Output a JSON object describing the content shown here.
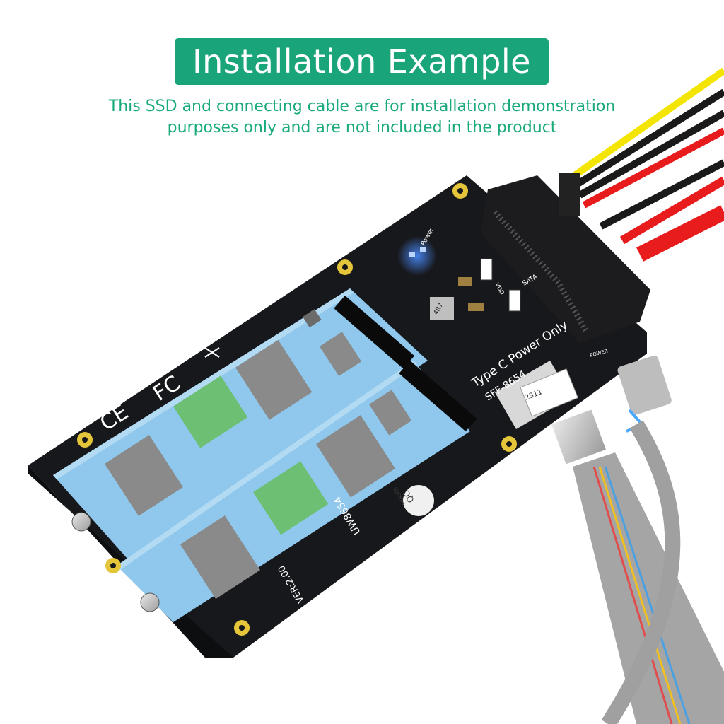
{
  "header": {
    "title": "Installation Example",
    "subtitle_line1": "This SSD and connecting cable are for installation demonstration",
    "subtitle_line2": "purposes only and are not included in the product"
  },
  "board": {
    "model": "UW8654",
    "version": "VER:2.00",
    "type_c_label": "Type C Power Only",
    "sff_label": "SFF-8654",
    "power_led_label": "Power",
    "sata_label": "SATA",
    "vdd_label": "VDD",
    "inductor_label": "4R7",
    "qc_line1": "QC",
    "qc_line2": "PASSED",
    "rohs_label": "RoHS",
    "connector_tag": "2311",
    "power_port_label": "POWER"
  },
  "colors": {
    "accent": "#1aa479",
    "subtitle": "#19a97c",
    "pcb": "#17181b",
    "ssd": "#8fc8ec",
    "chip": "#8a8a8a",
    "chip_green": "#6cbf73",
    "led": "#3a7bff",
    "wire_yellow": "#f4e500",
    "wire_red": "#e81c1c",
    "wire_black": "#1a1a1a",
    "cable_gray": "#9a9a9a"
  }
}
